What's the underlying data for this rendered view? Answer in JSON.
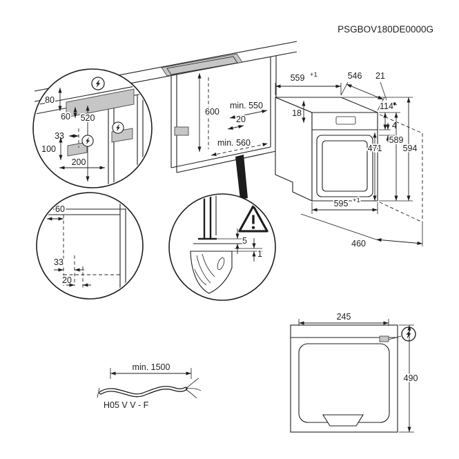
{
  "drawing_code": "PSGBOV180DE0000G",
  "colors": {
    "ink": "#1d1d1b",
    "shade": "#c6c6c6",
    "paper": "#ffffff"
  },
  "niche": {
    "depth_min": "min. 550",
    "height": "600",
    "rear_offset": "20",
    "width_min": "min. 560"
  },
  "power_detail": {
    "dim_80": "80",
    "dim_60": "60",
    "dim_520": "520",
    "dim_33": "33",
    "dim_100": "100",
    "dim_200": "200"
  },
  "corner_detail": {
    "dim_60": "60",
    "dim_33": "33",
    "dim_20": "20"
  },
  "gap_detail": {
    "dim_5": "5",
    "dim_1": "1"
  },
  "oven": {
    "width": "559",
    "width_tol": "+1",
    "depth": "546",
    "dim_21": "21",
    "dim_18": "18",
    "dim_114": "114",
    "dim_4": "4",
    "height_589": "589",
    "height_594": "594",
    "dim_471": "471",
    "bottom_width": "595",
    "bottom_width_tol": "+1",
    "dim_460": "460"
  },
  "top_view": {
    "dim_245": "245",
    "dim_490": "490"
  },
  "mains_cable": {
    "min_length": "min. 1500",
    "type": "H05 V V - F"
  },
  "icons": {
    "power": "lightning-bolt-in-circle",
    "warning": "exclamation-triangle"
  }
}
